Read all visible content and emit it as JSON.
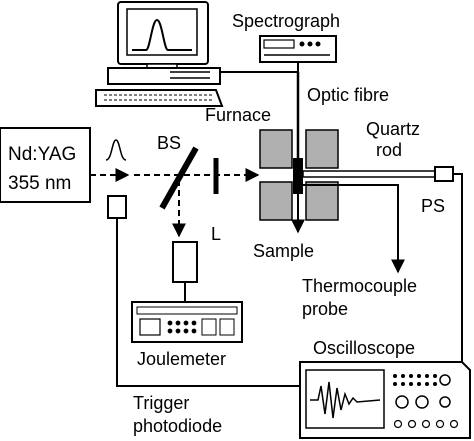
{
  "labels": {
    "laser_line1": "Nd:YAG",
    "laser_line2": "355 nm",
    "bs": "BS",
    "lens": "L",
    "spectrograph": "Spectrograph",
    "optic_fibre": "Optic fibre",
    "furnace": "Furnace",
    "quartz_line1": "Quartz",
    "quartz_line2": "rod",
    "ps": "PS",
    "sample": "Sample",
    "thermocouple_line1": "Thermocouple",
    "thermocouple_line2": "probe",
    "joulemeter": "Joulemeter",
    "oscilloscope": "Oscilloscope",
    "trigger_line1": "Trigger",
    "trigger_line2": "photodiode"
  }
}
